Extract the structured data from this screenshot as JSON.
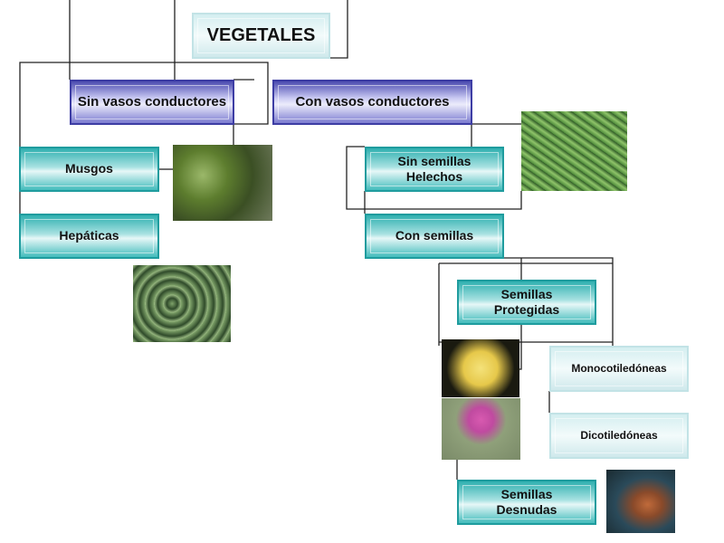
{
  "title": "VEGETALES",
  "nodes": {
    "sin_vasos": "Sin vasos conductores",
    "con_vasos": "Con vasos conductores",
    "musgos": "Musgos",
    "hepaticas": "Hepáticas",
    "sin_semillas_1": "Sin semillas",
    "sin_semillas_2": "Helechos",
    "con_semillas": "Con semillas",
    "protegidas_1": "Semillas",
    "protegidas_2": "Protegidas",
    "desnudas_1": "Semillas",
    "desnudas_2": "Desnudas",
    "mono": "Monocotiledóneas",
    "dico": "Dicotiledóneas"
  },
  "images": [
    "moss-photo",
    "hepatica-photo",
    "fern-photo",
    "lily-photo",
    "thistle-photo",
    "pine-cone-photo"
  ]
}
